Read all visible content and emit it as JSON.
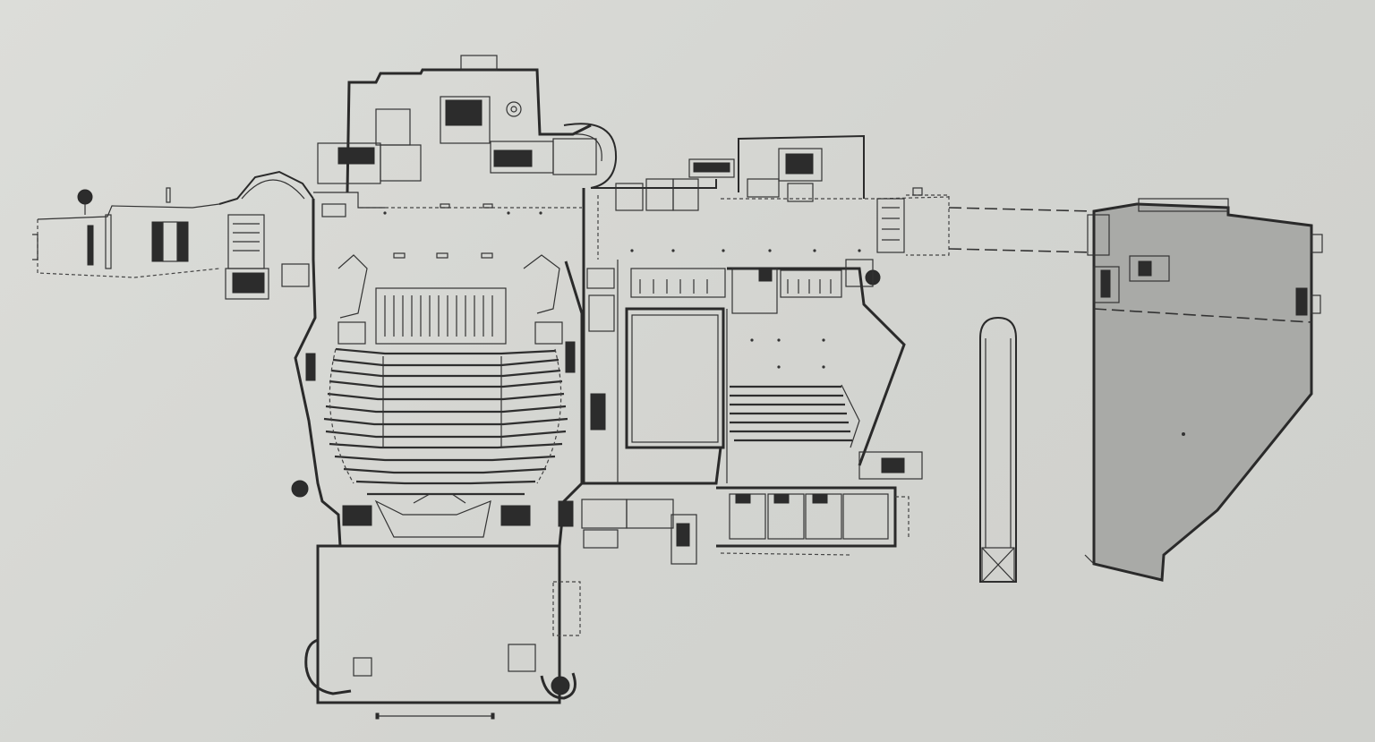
{
  "title": "",
  "labels": [],
  "plan": {
    "elements": [
      "west-entrance-wing",
      "north-service-block",
      "central-foyer",
      "main-auditorium",
      "flat-floor-studio",
      "studio-theatre",
      "south-rehearsal-wing",
      "detached-oblong-structure",
      "east-shaded-block",
      "scale-bar"
    ]
  },
  "colors": {
    "paper": "#d6d7d3",
    "ink": "#2a2a2a",
    "shaded_block": "#a9aaa7"
  }
}
